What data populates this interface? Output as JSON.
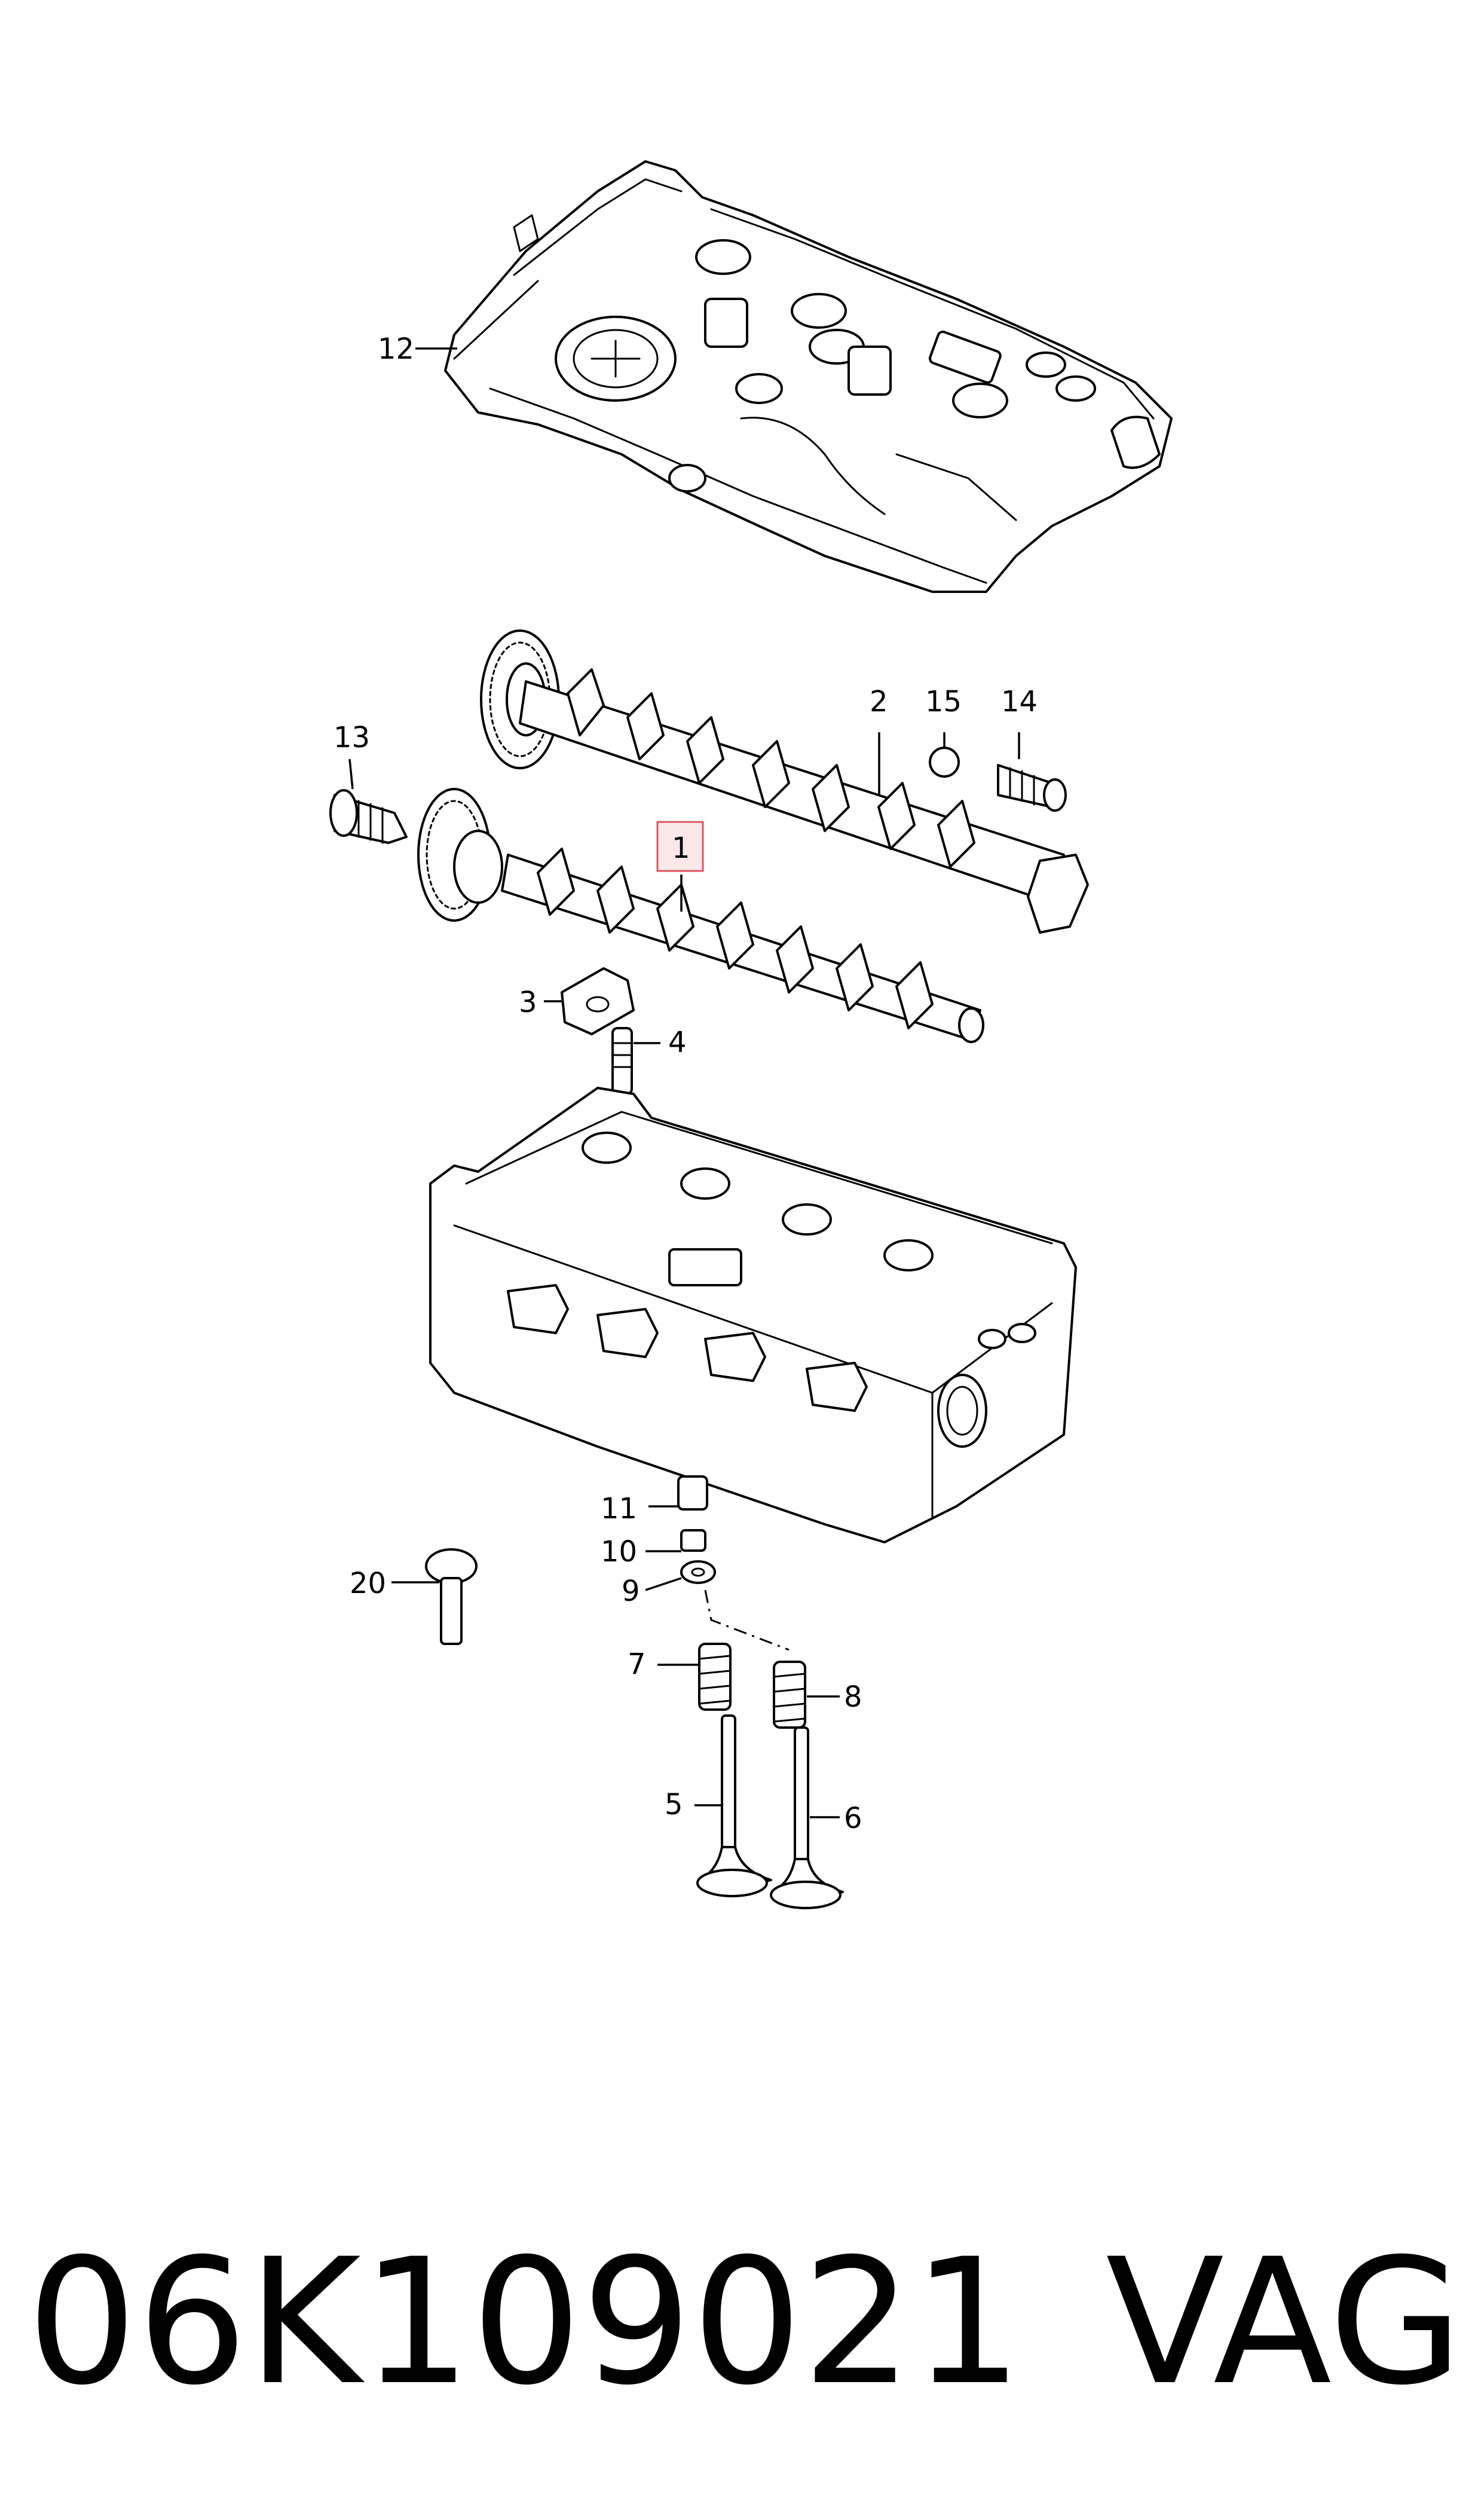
{
  "callouts": {
    "c1": "1",
    "c2": "2",
    "c3": "3",
    "c4": "4",
    "c5": "5",
    "c6": "6",
    "c7": "7",
    "c8": "8",
    "c9": "9",
    "c10": "10",
    "c11": "11",
    "c12": "12",
    "c13": "13",
    "c14": "14",
    "c15": "15",
    "c20": "20"
  },
  "highlighted_callout": "1",
  "colors": {
    "highlight": "#e05562",
    "highlight_fill": "#fbe9ea",
    "ink": "#000000"
  },
  "footer": {
    "part_number": "06K109021",
    "brand": "VAG"
  }
}
